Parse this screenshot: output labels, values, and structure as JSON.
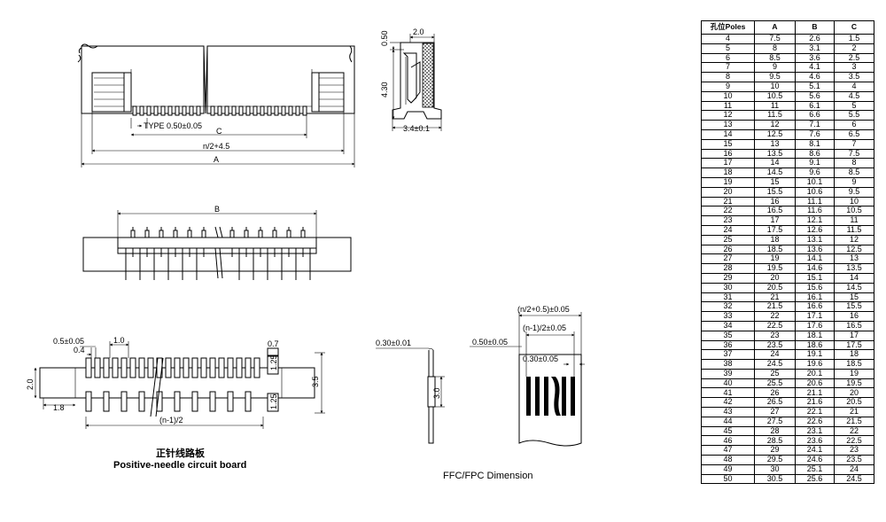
{
  "top_view": {
    "dim_type": "TYPE 0.50±0.05",
    "dim_c": "C",
    "dim_n2": "n/2+4.5",
    "dim_a": "A"
  },
  "side_view": {
    "dim_top_width": "2.0",
    "dim_top_height": "0.50",
    "dim_height": "4.30",
    "dim_base": "3.4±0.1"
  },
  "front_view": {
    "dim_b": "B"
  },
  "pcb": {
    "dim_pitch": "0.5±0.05",
    "dim_04": "0.4",
    "dim_10": "1.0",
    "dim_07": "0.7",
    "dim_125_top": "1.25",
    "dim_125_bottom": "1.25",
    "dim_20": "2.0",
    "dim_35": "3.5",
    "dim_18": "1.8",
    "dim_n1": "(n-1)/2",
    "caption_cn": "正针线路板",
    "caption_en": "Positive-needle circuit board"
  },
  "ffc": {
    "dim_thick": "0.30±0.01",
    "dim_len": "3.0",
    "dim_pitch": "0.50±0.05",
    "dim_total": "(n/2+0.5)±0.05",
    "dim_span": "(n-1)/2±0.05",
    "dim_width": "0.30±0.05",
    "caption": "FFC/FPC    Dimension"
  },
  "table": {
    "headers": [
      "孔位Poles",
      "A",
      "B",
      "C"
    ],
    "rows": [
      [
        "4",
        "7.5",
        "2.6",
        "1.5"
      ],
      [
        "5",
        "8",
        "3.1",
        "2"
      ],
      [
        "6",
        "8.5",
        "3.6",
        "2.5"
      ],
      [
        "7",
        "9",
        "4.1",
        "3"
      ],
      [
        "8",
        "9.5",
        "4.6",
        "3.5"
      ],
      [
        "9",
        "10",
        "5.1",
        "4"
      ],
      [
        "10",
        "10.5",
        "5.6",
        "4.5"
      ],
      [
        "11",
        "11",
        "6.1",
        "5"
      ],
      [
        "12",
        "11.5",
        "6.6",
        "5.5"
      ],
      [
        "13",
        "12",
        "7.1",
        "6"
      ],
      [
        "14",
        "12.5",
        "7.6",
        "6.5"
      ],
      [
        "15",
        "13",
        "8.1",
        "7"
      ],
      [
        "16",
        "13.5",
        "8.6",
        "7.5"
      ],
      [
        "17",
        "14",
        "9.1",
        "8"
      ],
      [
        "18",
        "14.5",
        "9.6",
        "8.5"
      ],
      [
        "19",
        "15",
        "10.1",
        "9"
      ],
      [
        "20",
        "15.5",
        "10.6",
        "9.5"
      ],
      [
        "21",
        "16",
        "11.1",
        "10"
      ],
      [
        "22",
        "16.5",
        "11.6",
        "10.5"
      ],
      [
        "23",
        "17",
        "12.1",
        "11"
      ],
      [
        "24",
        "17.5",
        "12.6",
        "11.5"
      ],
      [
        "25",
        "18",
        "13.1",
        "12"
      ],
      [
        "26",
        "18.5",
        "13.6",
        "12.5"
      ],
      [
        "27",
        "19",
        "14.1",
        "13"
      ],
      [
        "28",
        "19.5",
        "14.6",
        "13.5"
      ],
      [
        "29",
        "20",
        "15.1",
        "14"
      ],
      [
        "30",
        "20.5",
        "15.6",
        "14.5"
      ],
      [
        "31",
        "21",
        "16.1",
        "15"
      ],
      [
        "32",
        "21.5",
        "16.6",
        "15.5"
      ],
      [
        "33",
        "22",
        "17.1",
        "16"
      ],
      [
        "34",
        "22.5",
        "17.6",
        "16.5"
      ],
      [
        "35",
        "23",
        "18.1",
        "17"
      ],
      [
        "36",
        "23.5",
        "18.6",
        "17.5"
      ],
      [
        "37",
        "24",
        "19.1",
        "18"
      ],
      [
        "38",
        "24.5",
        "19.6",
        "18.5"
      ],
      [
        "39",
        "25",
        "20.1",
        "19"
      ],
      [
        "40",
        "25.5",
        "20.6",
        "19.5"
      ],
      [
        "41",
        "26",
        "21.1",
        "20"
      ],
      [
        "42",
        "26.5",
        "21.6",
        "20.5"
      ],
      [
        "43",
        "27",
        "22.1",
        "21"
      ],
      [
        "44",
        "27.5",
        "22.6",
        "21.5"
      ],
      [
        "45",
        "28",
        "23.1",
        "22"
      ],
      [
        "46",
        "28.5",
        "23.6",
        "22.5"
      ],
      [
        "47",
        "29",
        "24.1",
        "23"
      ],
      [
        "48",
        "29.5",
        "24.6",
        "23.5"
      ],
      [
        "49",
        "30",
        "25.1",
        "24"
      ],
      [
        "50",
        "30.5",
        "25.6",
        "24.5"
      ]
    ]
  }
}
